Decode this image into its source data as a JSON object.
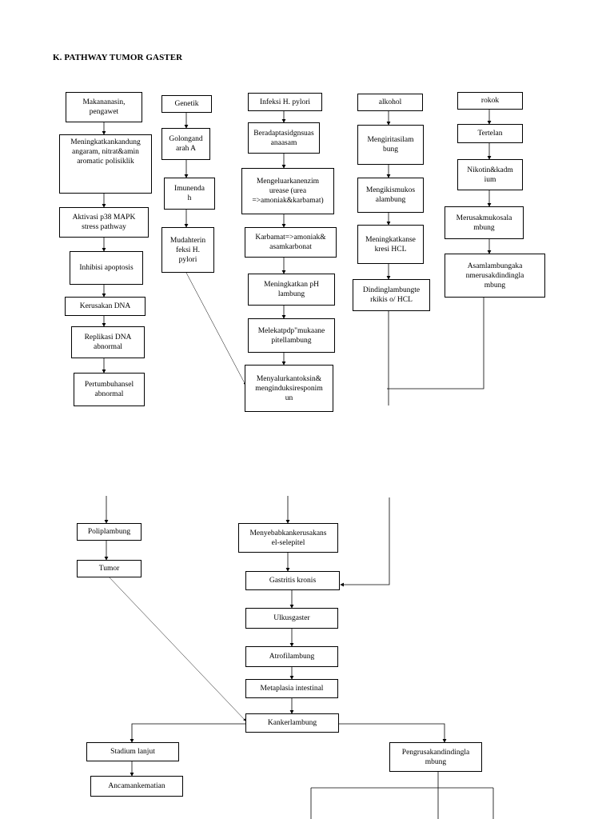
{
  "title": "K. PATHWAY TUMOR GASTER",
  "boxes": {
    "b_makanan": "Makananasin,\npengawet",
    "b_meningkatkan_kandungan": "Meningkatkankandung\nangaram, nitrat&amin\naromatic polisiklik",
    "b_aktivasi": "Aktivasi p38 MAPK\nstress pathway",
    "b_inhibisi": "Inhibisi apoptosis",
    "b_kerusakan_dna": "Kerusakan DNA",
    "b_replikasi": "Replikasi DNA\nabnormal",
    "b_pertumbuhan": "Pertumbuhansel\nabnormal",
    "b_genetik": "Genetik",
    "b_golongan": "Golongand\narah A",
    "b_imunenda": "Imunenda\nh",
    "b_mudah": "Mudahterin\nfeksi H.\npylori",
    "b_infeksi": "Infeksi H. pylori",
    "b_beradaptasi": "Beradaptasidgnsuas\nanaasam",
    "b_mengeluarkan": "Mengeluarkanenzim\nurease (urea\n=>amoniak&karbamat)",
    "b_karbamat": "Karbamat=>amoniak&\nasamkarbonat",
    "b_ph": "Meningkatkan pH\nlambung",
    "b_melekat": "Melekatpdp\"mukaane\npitellambung",
    "b_menyalurkan": "Menyalurkantoksin&\nmenginduksiresponim\nun",
    "b_alkohol": "alkohol",
    "b_mengiritasi": "Mengiritasilam\nbung",
    "b_mengikis": "Mengikismukos\nalambung",
    "b_meningkatkan_sekresi": "Meningkatkanse\nkresi HCL",
    "b_dinding": "Dindinglambungte\nrkikis o/ HCL",
    "b_rokok": "rokok",
    "b_tertelan": "Tertelan",
    "b_nikotin": "Nikotin&kadm\nium",
    "b_merusak": "Merusakmukosala\nmbung",
    "b_asam": "Asamlambungaka\nnmerusakdindingla\nmbung",
    "b_polip": "Poliplambung",
    "b_tumor": "Tumor",
    "b_menyebabkan": "Menyebabkankerusakans\nel-selepitel",
    "b_gastritis": "Gastritis kronis",
    "b_ulkus": "Ulkusgaster",
    "b_atrofi": "Atrofilambung",
    "b_metaplasia": "Metaplasia intestinal",
    "b_kanker": "Kankerlambung",
    "b_stadium": "Stadium lanjut",
    "b_ancaman": "Ancamankematian",
    "b_pengrusakan": "Pengrusakandindingla\nmbung"
  }
}
